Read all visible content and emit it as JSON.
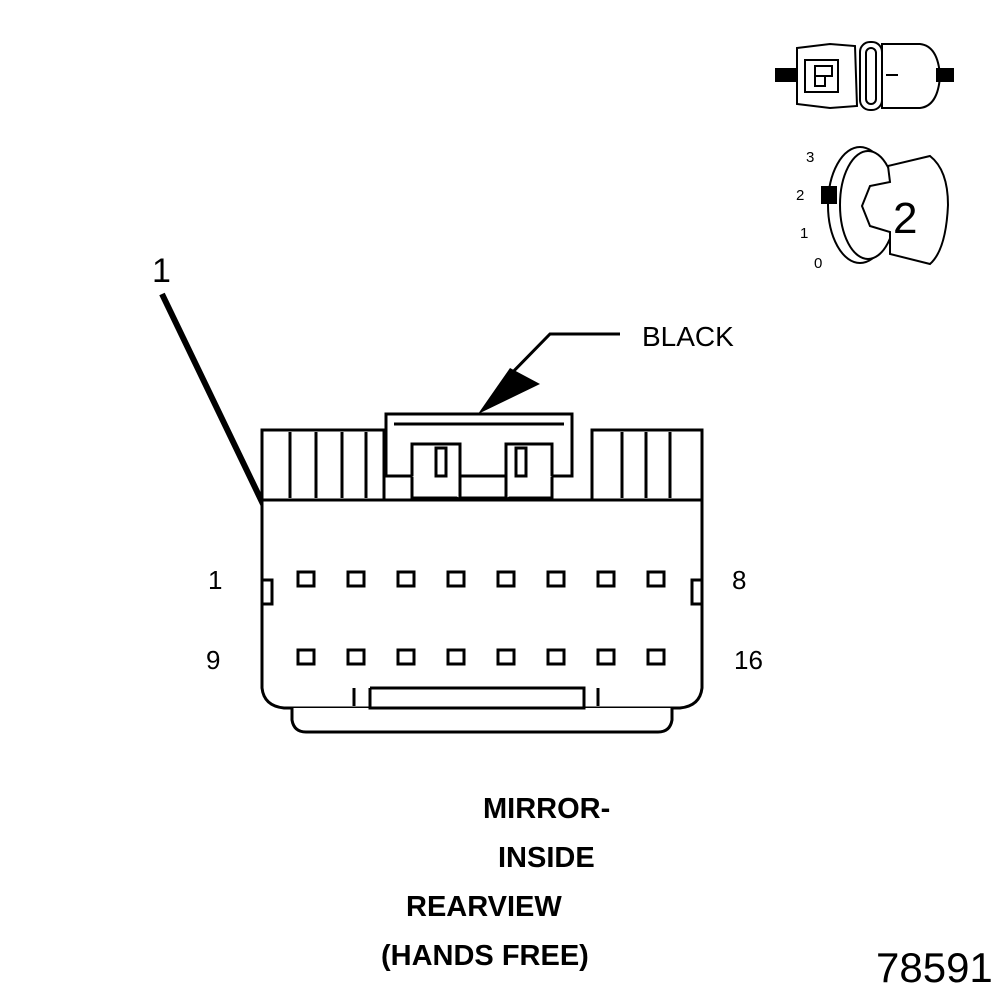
{
  "callout": "1",
  "wire_color_label": "BLACK",
  "pin_labels": {
    "top_left": "1",
    "top_right": "8",
    "bottom_left": "9",
    "bottom_right": "16"
  },
  "position_indicator": {
    "scale": [
      "3",
      "2",
      "1",
      "0"
    ],
    "selected": "2"
  },
  "title": [
    "MIRROR-",
    "INSIDE",
    "REARVIEW",
    "(HANDS FREE)"
  ],
  "figure_code": "78591",
  "connector": {
    "pin_rows": 2,
    "pins_per_row": 8,
    "total_pins": 16
  }
}
